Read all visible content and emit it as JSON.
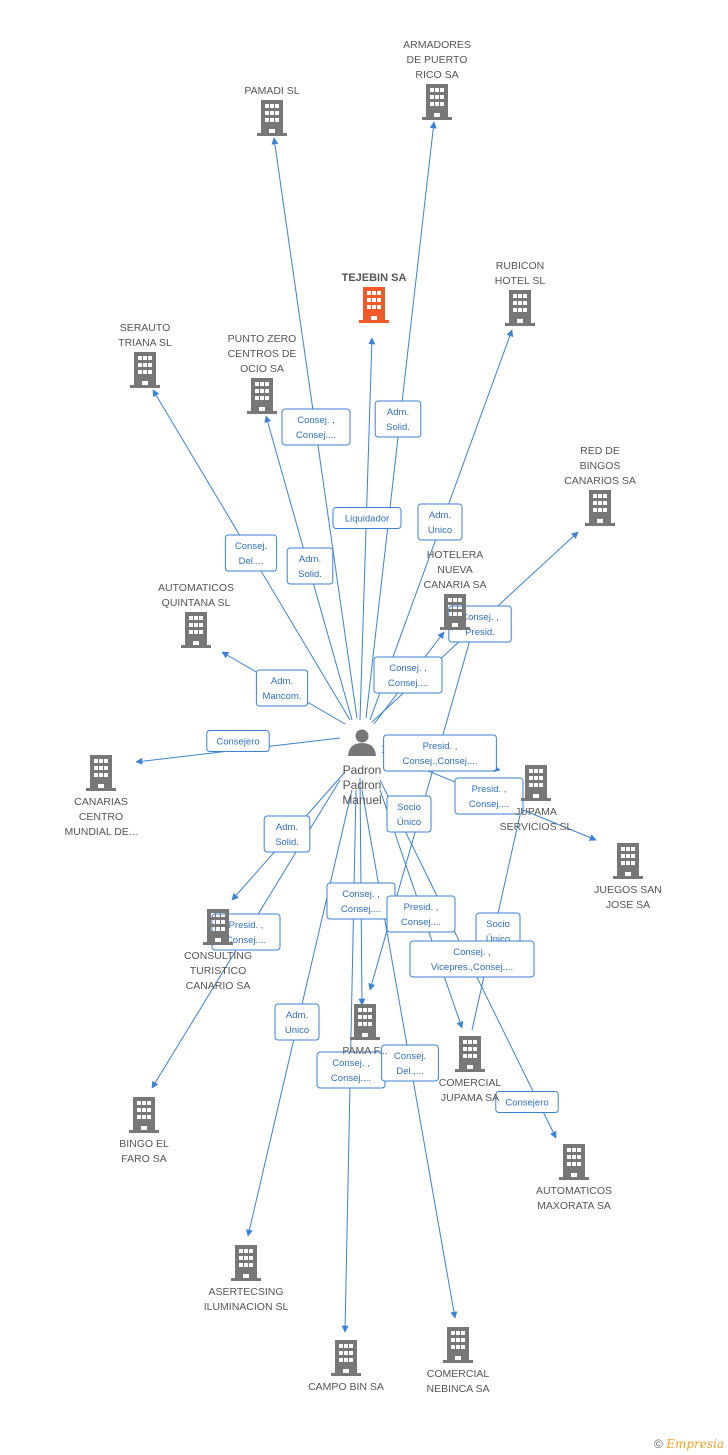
{
  "colors": {
    "edge": "#3b82d6",
    "company": "#777777",
    "focus_company": "#f05a28",
    "person": "#777777"
  },
  "person": {
    "name_lines": [
      "Padron",
      "Padron",
      "Manuel"
    ],
    "icon": "person-icon"
  },
  "companies": [
    {
      "id": "tejebin",
      "lines": [
        "TEJEBIN SA"
      ],
      "focus": true
    },
    {
      "id": "pamadi",
      "lines": [
        "PAMADI SL"
      ]
    },
    {
      "id": "armadores",
      "lines": [
        "ARMADORES",
        "DE PUERTO",
        "RICO SA"
      ]
    },
    {
      "id": "rubicon",
      "lines": [
        "RUBICON",
        "HOTEL SL"
      ]
    },
    {
      "id": "serauto",
      "lines": [
        "SERAUTO",
        "TRIANA SL"
      ]
    },
    {
      "id": "puntozero",
      "lines": [
        "PUNTO ZERO",
        "CENTROS DE",
        "OCIO SA"
      ]
    },
    {
      "id": "redbingos",
      "lines": [
        "RED DE",
        "BINGOS",
        "CANARIOS SA"
      ]
    },
    {
      "id": "hotelera",
      "lines": [
        "HOTELERA",
        "NUEVA",
        "CANARIA SA"
      ]
    },
    {
      "id": "automaticosq",
      "lines": [
        "AUTOMATICOS",
        "QUINTANA SL"
      ]
    },
    {
      "id": "canarias",
      "lines": [
        "CANARIAS",
        "CENTRO",
        "MUNDIAL DE..."
      ]
    },
    {
      "id": "jupamaserv",
      "lines": [
        "JUPAMA",
        "SERVICIOS SL"
      ]
    },
    {
      "id": "juegossj",
      "lines": [
        "JUEGOS SAN",
        "JOSE SA"
      ]
    },
    {
      "id": "consulting",
      "lines": [
        "CONSULTING",
        "TURISTICO",
        "CANARIO SA"
      ]
    },
    {
      "id": "pamaf",
      "lines": [
        "PAMA F..."
      ]
    },
    {
      "id": "comercialj",
      "lines": [
        "COMERCIAL",
        "JUPAMA SA"
      ]
    },
    {
      "id": "bingoelfaro",
      "lines": [
        "BINGO EL",
        "FARO SA"
      ]
    },
    {
      "id": "automaticosm",
      "lines": [
        "AUTOMATICOS",
        "MAXORATA SA"
      ]
    },
    {
      "id": "asertecsing",
      "lines": [
        "ASERTECSING",
        "ILUMINACION SL"
      ]
    },
    {
      "id": "campobin",
      "lines": [
        "CAMPO BIN SA"
      ]
    },
    {
      "id": "comercialn",
      "lines": [
        "COMERCIAL",
        "NEBINCA SA"
      ]
    }
  ],
  "edge_labels": [
    {
      "id": "l1",
      "lines": [
        "Consej. ,",
        "Consej...."
      ]
    },
    {
      "id": "l2",
      "lines": [
        "Adm.",
        "Solid."
      ]
    },
    {
      "id": "l3",
      "lines": [
        "Liquidador"
      ]
    },
    {
      "id": "l4",
      "lines": [
        "Adm.",
        "Unico"
      ]
    },
    {
      "id": "l5",
      "lines": [
        "Consej.",
        "Del...."
      ]
    },
    {
      "id": "l6",
      "lines": [
        "Adm.",
        "Solid."
      ]
    },
    {
      "id": "l7",
      "lines": [
        "Consej. ,",
        "Presid."
      ]
    },
    {
      "id": "l8",
      "lines": [
        "Adm.",
        "Mancom."
      ]
    },
    {
      "id": "l9",
      "lines": [
        "Consej. ,",
        "Consej...."
      ]
    },
    {
      "id": "l10",
      "lines": [
        "Consejero"
      ]
    },
    {
      "id": "l11",
      "lines": [
        "Presid. ,",
        "Consej.,Consej...."
      ]
    },
    {
      "id": "l12",
      "lines": [
        "Presid. ,",
        "Consej...."
      ]
    },
    {
      "id": "l13",
      "lines": [
        "Adm.",
        "Solid."
      ]
    },
    {
      "id": "l14",
      "lines": [
        "Socio",
        "Único"
      ]
    },
    {
      "id": "l15",
      "lines": [
        "Consej. ,",
        "Consej...."
      ]
    },
    {
      "id": "l16",
      "lines": [
        "Presid. ,",
        "Consej...."
      ]
    },
    {
      "id": "l17",
      "lines": [
        "Presid. ,",
        "Consej...."
      ]
    },
    {
      "id": "l18",
      "lines": [
        "Socio",
        "Único"
      ]
    },
    {
      "id": "l19",
      "lines": [
        "Consej. ,",
        "Vicepres.,Consej...."
      ]
    },
    {
      "id": "l20",
      "lines": [
        "Adm.",
        "Unico"
      ]
    },
    {
      "id": "l21",
      "lines": [
        "Consej. ,",
        "Consej...."
      ]
    },
    {
      "id": "l22",
      "lines": [
        "Consej.",
        "Del.,..."
      ]
    },
    {
      "id": "l23",
      "lines": [
        "Consejero"
      ]
    }
  ],
  "footer": {
    "copyright": "©",
    "brand": "Empresia"
  }
}
